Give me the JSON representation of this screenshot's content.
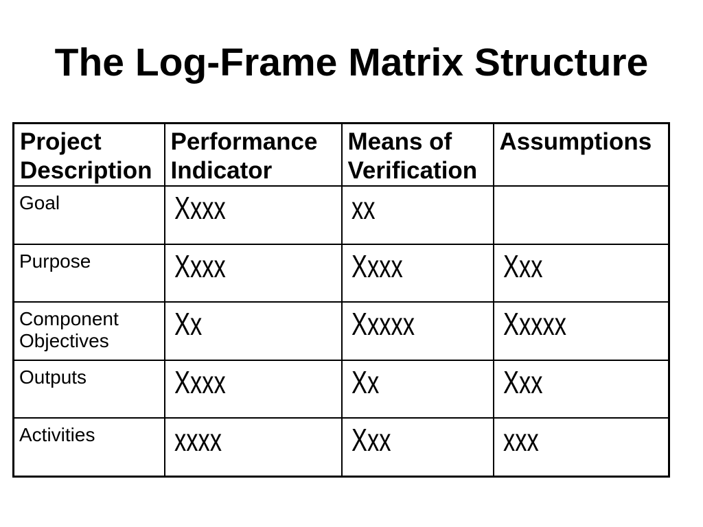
{
  "title": "The Log-Frame Matrix Structure",
  "table": {
    "headers": [
      "Project Description",
      "Performance Indicator",
      "Means of Verification",
      "Assumptions"
    ],
    "rows": [
      {
        "label": "Goal",
        "cells": [
          "Xxxx",
          "xx",
          ""
        ]
      },
      {
        "label": "Purpose",
        "cells": [
          "Xxxx",
          "Xxxx",
          "Xxx"
        ]
      },
      {
        "label": "Component Objectives",
        "cells": [
          "Xx",
          "Xxxxx",
          "Xxxxx"
        ]
      },
      {
        "label": "Outputs",
        "cells": [
          "Xxxx",
          "Xx",
          "Xxx"
        ]
      },
      {
        "label": "Activities",
        "cells": [
          "xxxx",
          "Xxx",
          "xxx"
        ]
      }
    ]
  },
  "colors": {
    "background": "#ffffff",
    "text": "#000000",
    "border": "#000000"
  }
}
